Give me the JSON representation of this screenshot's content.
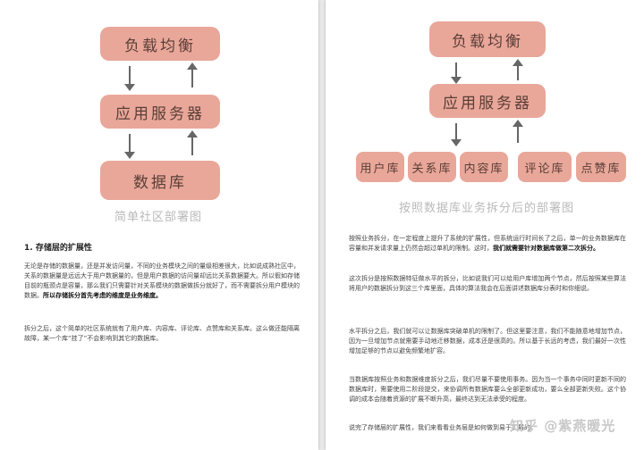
{
  "left_page": {
    "diagram": {
      "box_lb": "负载均衡",
      "box_app": "应用服务器",
      "box_db": "数据库"
    },
    "caption": "简单社区部署图",
    "section_heading": "1. 存储层的扩展性",
    "p1_normal": "无论是存储的数据量，还是并发访问量，不同的业务模块之间的量级相差很大，比如说成熟社区中，关系的数据量是远远大于用户数据量的，但是用户数据的访问量却远比关系数据要大。所以假如存储目前的瓶颈点是容量，那么我们只需要针对关系模块的数据做拆分就好了，而不需要拆分用户模块的数据。",
    "p1_bold": "所以存储拆分首先考虑的维度是业务维度。",
    "p2": "拆分之后，这个简单的社区系统就有了用户库、内容库、评论库、点赞库和关系库。这么做还能隔离故障，某一个库“挂了”不会影响到其它的数据库。"
  },
  "right_page": {
    "diagram": {
      "box_lb": "负载均衡",
      "box_app": "应用服务器",
      "db_boxes": [
        "用户库",
        "关系库",
        "内容库",
        "评论库",
        "点赞库"
      ]
    },
    "caption": "按照数据库业务拆分后的部署图",
    "p1_normal": "按照业务拆分，在一定程度上提升了系统的扩展性，但系统运行时间长了之后，单一的业务数据库在容量和并发请求量上仍然会超过单机的限制。这时，",
    "p1_bold": "我们就需要针对数据库做第二次拆分。",
    "p2": "这次拆分是按照数据特征做水平的拆分，比如说我们可以给用户库增加两个节点，然后按照某些算法将用户的数据拆分到这三个库里面，具体的算法我会在后面讲述数据库分表时和你细说。",
    "p3": "水平拆分之后，我们就可以让数据库突破单机的限制了。但这里要注意，我们不能随意地增加节点，因为一旦增加节点就需要手动地迁移数据，成本还是很高的。所以基于长远的考虑，我们最好一次性增加足够的节点以避免频繁地扩容。",
    "p4": "当数据库按照业务和数据维度拆分之后，我们尽量不要使用事务。因为当一个事务中同时更新不同的数据库时，需要使用二阶段提交，来协调所有数据库要么全部更新成功，要么全部更新失败。这个协调的成本会随着资源的扩展不断升高，最终达到无法承受的程度。",
    "p5": "说完了存储层的扩展性，我们来看看业务层是如何做到易于扩展的。",
    "watermark": "知乎 @紫燕暖光"
  }
}
